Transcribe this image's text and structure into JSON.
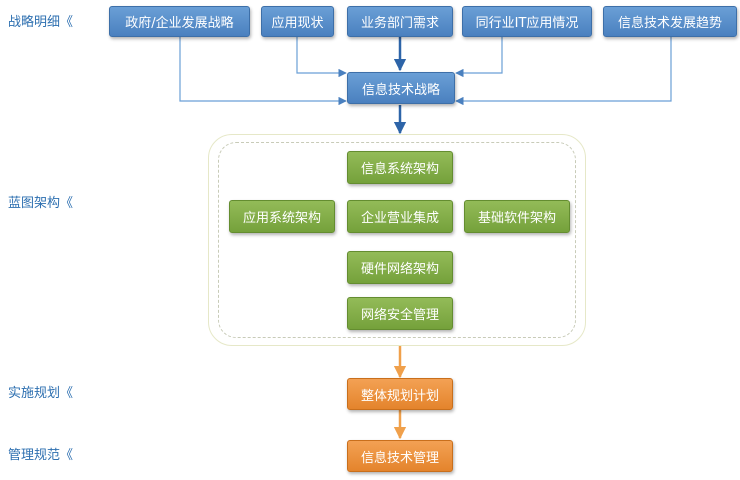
{
  "row_labels": {
    "strategy": "战略明细《",
    "blueprint": "蓝图架构《",
    "implementation": "实施规划《",
    "management": "管理规范《"
  },
  "inputs": {
    "gov_strategy": "政府/企业发展战略",
    "app_status": "应用现状",
    "dept_needs": "业务部门需求",
    "peer_it": "同行业IT应用情况",
    "it_trends": "信息技术发展趋势"
  },
  "it_strategy": "信息技术战略",
  "blueprint": {
    "info_system": "信息系统架构",
    "app_system": "应用系统架构",
    "enterprise_integration": "企业营业集成",
    "base_software": "基础软件架构",
    "hardware_network": "硬件网络架构",
    "network_security": "网络安全管理"
  },
  "overall_plan": "整体规划计划",
  "it_management": "信息技术管理",
  "colors": {
    "blue": "#4a80bf",
    "green": "#75a13b",
    "orange": "#e4842c",
    "label": "#2d6fb0",
    "arrow_blue": "#2d64a8",
    "arrow_orange": "#f0a04b",
    "connector": "#6a9fd6"
  }
}
